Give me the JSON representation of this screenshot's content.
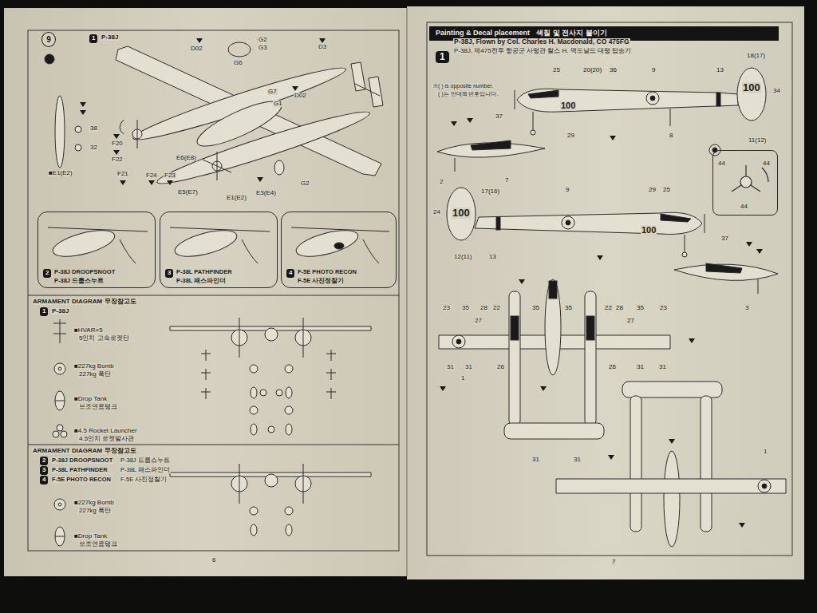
{
  "diagram": {
    "nodes": [
      {
        "text": [
          "9"
        ]
      },
      {
        "text": [
          "1"
        ]
      },
      {
        "text": [
          "P-38J DROOPSNOOT",
          "P-38J 드룹스누트"
        ]
      },
      {
        "text": [
          "2"
        ],
        "in": 2
      },
      {
        "text": [
          "P-38L PATHFINDER",
          "P-38L 패스파인더"
        ]
      },
      {
        "text": [
          "3"
        ],
        "in": 4
      },
      {
        "text": [
          "F-5E PHOTO RECON",
          "F-5E 사진정찰기"
        ]
      },
      {
        "text": [
          "4"
        ],
        "in": 6
      },
      {
        "text": [
          "1"
        ]
      },
      {
        "text": [
          "2"
        ]
      },
      {
        "text": [
          "3"
        ]
      },
      {
        "text": [
          "4"
        ]
      },
      {
        "text": [
          "Painting & Decal placement",
          "색칠 및 전사지 붙이기"
        ]
      },
      {
        "text": [
          "1"
        ]
      },
      {
        "text": [
          "44",
          "44",
          "44"
        ]
      }
    ],
    "labels": [
      "P-38J",
      "D02",
      "G2",
      "G3",
      "D3",
      "G6",
      "G7",
      "G1",
      "D02",
      "F20",
      "F22",
      "F21",
      "F24",
      "F23",
      "E6(E8)",
      "E5(E7)",
      "E1(E2)",
      "E3(E4)",
      "G2",
      "38",
      "32",
      "■E1(E2)",
      "ARMAMENT DIAGRAM",
      "무장참고도",
      "P-38J",
      "■HVAR×5",
      "5인치 고속로켓탄",
      "■227kg Bomb",
      "227kg 폭탄",
      "■Drop Tank",
      "보조연료탱크",
      "■4.5 Rocket Launcher",
      "4.5인치 로켓발사관",
      "ARMAMENT DIAGRAM",
      "무장참고도",
      "P-38J DROOPSNOOT",
      "P-38J 드룹스누트",
      "P-38L PATHFINDER",
      "P-38L 패스파인더",
      "F-5E PHOTO RECON",
      "F-5E 사진정찰기",
      "■227kg Bomb",
      "227kg 폭탄",
      "■Drop Tank",
      "보조연료탱크",
      "6",
      "P-38J, Flown by Col. Charles H. Macdonald, CO 475FG",
      "P-38J, 제475전투 항공군 사령관 찰스 H. 맥도날드 대령 탑승기",
      "※( ) is opposite number.",
      "( )는 반대쪽 번호입니다.",
      "25",
      "20(20)",
      "36",
      "9",
      "13",
      "18(17)",
      "100",
      "34",
      "100",
      "29",
      "8",
      "11(12)",
      "37",
      "2",
      "7",
      "9",
      "29",
      "25",
      "17(16)",
      "24",
      "100",
      "100",
      "12(11)",
      "13",
      "37",
      "3",
      "23",
      "35",
      "28",
      "22",
      "27",
      "35",
      "35",
      "22",
      "28",
      "35",
      "23",
      "27",
      "31",
      "31",
      "1",
      "26",
      "26",
      "31",
      "31",
      "31",
      "31",
      "1",
      "7"
    ]
  }
}
